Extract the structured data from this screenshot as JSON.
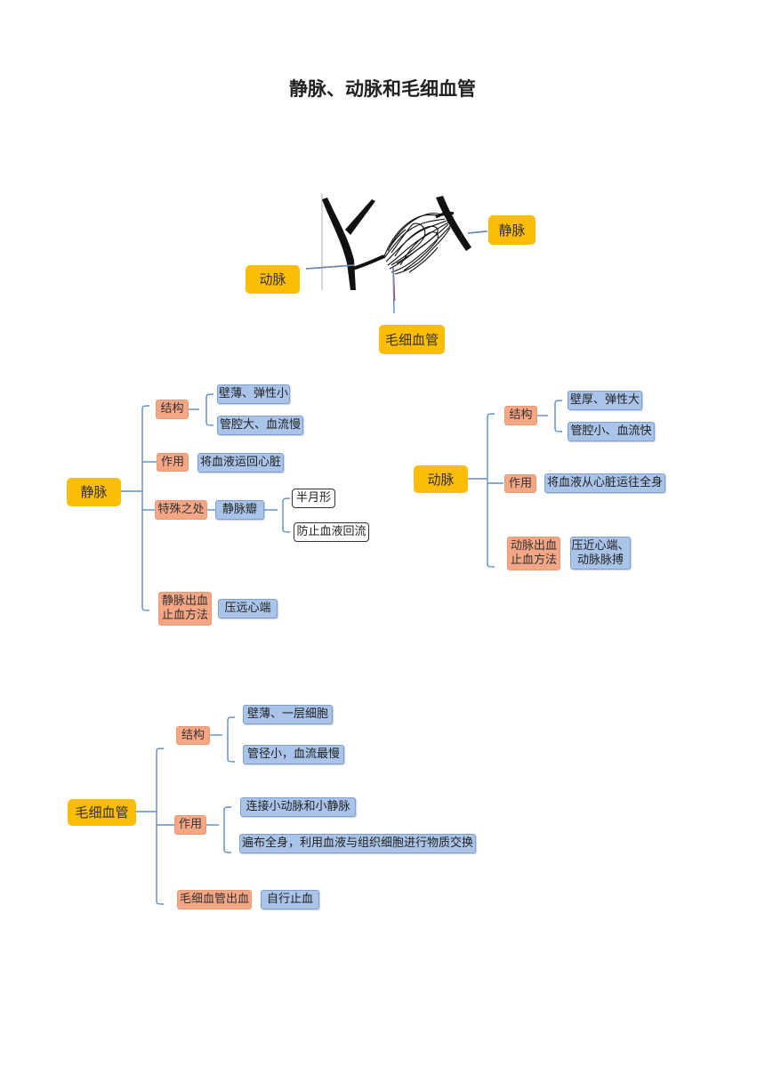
{
  "title": "静脉、动脉和毛细血管",
  "illustration": {
    "labels": {
      "artery": "动脉",
      "vein": "静脉",
      "capillary": "毛细血管"
    }
  },
  "vein": {
    "root": "静脉",
    "structure": {
      "label": "结构",
      "items": [
        "壁薄、弹性小",
        "管腔大、血流慢"
      ]
    },
    "function": {
      "label": "作用",
      "text": "将血液运回心脏"
    },
    "special": {
      "label": "特殊之处",
      "valve": "静脉瓣",
      "items": [
        "半月形",
        "防止血液回流"
      ]
    },
    "bleeding": {
      "label": "静脉出血\n止血方法",
      "text": "压远心端"
    }
  },
  "artery": {
    "root": "动脉",
    "structure": {
      "label": "结构",
      "items": [
        "壁厚、弹性大",
        "管腔小、血流快"
      ]
    },
    "function": {
      "label": "作用",
      "text": "将血液从心脏运往全身"
    },
    "bleeding": {
      "label": "动脉出血\n止血方法",
      "text": "压近心端、\n动脉脉搏"
    }
  },
  "capillary": {
    "root": "毛细血管",
    "structure": {
      "label": "结构",
      "items": [
        "壁薄、一层细胞",
        "管径小，血流最慢"
      ]
    },
    "function": {
      "label": "作用",
      "items": [
        "连接小动脉和小静脉",
        "遍布全身，利用血液与组织细胞进行物质交换"
      ]
    },
    "bleeding": {
      "label": "毛细血管出血",
      "text": "自行止血"
    }
  },
  "colors": {
    "root": "#fbbd05",
    "category": "#f4a685",
    "leaf": "#a9c4e8",
    "connector": "#5b8fc8",
    "pointer": "#e02020"
  }
}
